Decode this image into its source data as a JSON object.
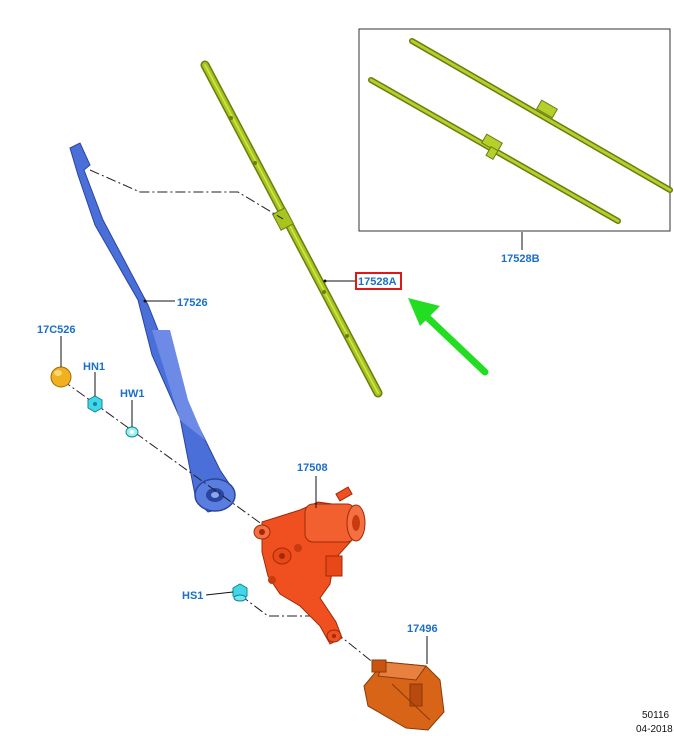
{
  "callouts": {
    "blade_a": "17528A",
    "blade_b": "17528B",
    "wiper_arm": "17526",
    "cap": "17C526",
    "nut": "HN1",
    "washer": "HW1",
    "motor": "17508",
    "screw": "HS1",
    "bracket": "17496"
  },
  "footer": {
    "figure_number": "50116",
    "date": "04-2018"
  },
  "colors": {
    "blade": "#a8c41e",
    "arm": "#4a6fd8",
    "motor": "#f05020",
    "bracket": "#d86418",
    "cap": "#f0b020",
    "fastener": "#40d8e8",
    "arrow": "#22dd22",
    "highlight": "#e01818",
    "callout_text": "#1a6fc9"
  }
}
